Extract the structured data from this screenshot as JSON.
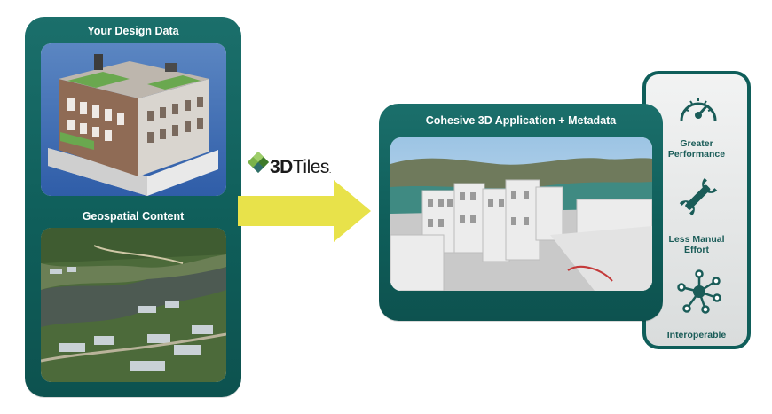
{
  "left_panel": {
    "design_title": "Your Design Data",
    "geo_title": "Geospatial Content"
  },
  "logo": {
    "prefix": "3D",
    "suffix": "Tiles",
    "mark": "."
  },
  "center_panel": {
    "title": "Cohesive 3D Application + Metadata"
  },
  "benefits": [
    {
      "icon": "speedometer-icon",
      "label_line1": "Greater",
      "label_line2": "Performance"
    },
    {
      "icon": "wrench-icon",
      "label_line1": "Less Manual",
      "label_line2": "Effort"
    },
    {
      "icon": "network-icon",
      "label_line1": "Interoperable",
      "label_line2": ""
    }
  ],
  "colors": {
    "teal": "#0f5e5a",
    "arrow": "#e8e24a",
    "logo_green": "#5a9a3a"
  }
}
